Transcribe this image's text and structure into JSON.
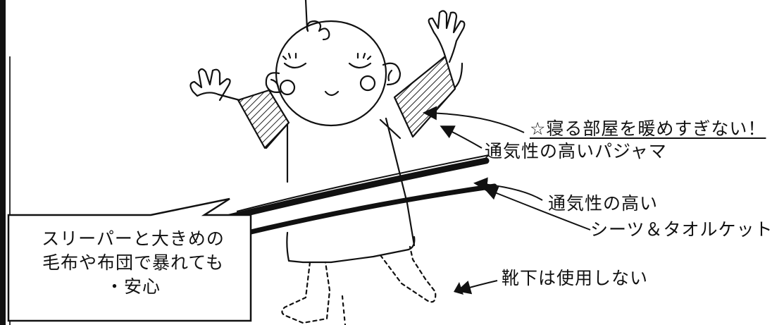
{
  "labels": {
    "room_warning": "☆寝る部屋を暖めすぎない！",
    "pajama": "通気性の高いパジャマ",
    "sheet_line1": "通気性の高い",
    "sheet_line2": "シーツ＆タオルケット",
    "socks": "靴下は使用しない"
  },
  "callout": {
    "lines": [
      "スリーパーと大きめの",
      "毛布や布団で暴れても",
      "・安心"
    ]
  },
  "icons": [
    "baby-illustration",
    "arrow-icon",
    "speech-bubble"
  ]
}
